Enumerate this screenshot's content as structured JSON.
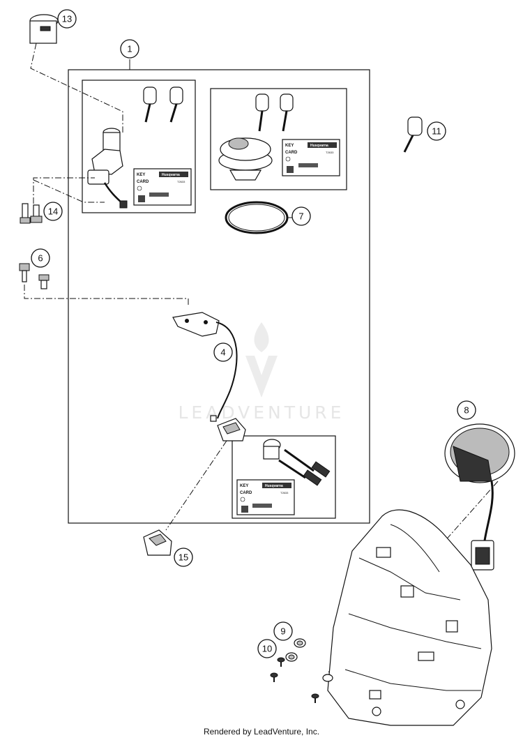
{
  "callouts": [
    {
      "id": "1",
      "label": "1"
    },
    {
      "id": "4",
      "label": "4"
    },
    {
      "id": "6",
      "label": "6"
    },
    {
      "id": "7",
      "label": "7"
    },
    {
      "id": "8",
      "label": "8"
    },
    {
      "id": "9",
      "label": "9"
    },
    {
      "id": "10",
      "label": "10"
    },
    {
      "id": "11",
      "label": "11"
    },
    {
      "id": "13",
      "label": "13"
    },
    {
      "id": "14",
      "label": "14"
    },
    {
      "id": "15",
      "label": "15"
    }
  ],
  "key_card": {
    "line1": "KEY",
    "line2": "CARD",
    "brand": "Husqvarna",
    "code": "T2633"
  },
  "watermark": "LEADVENTURE",
  "footer": "Rendered by LeadVenture, Inc."
}
